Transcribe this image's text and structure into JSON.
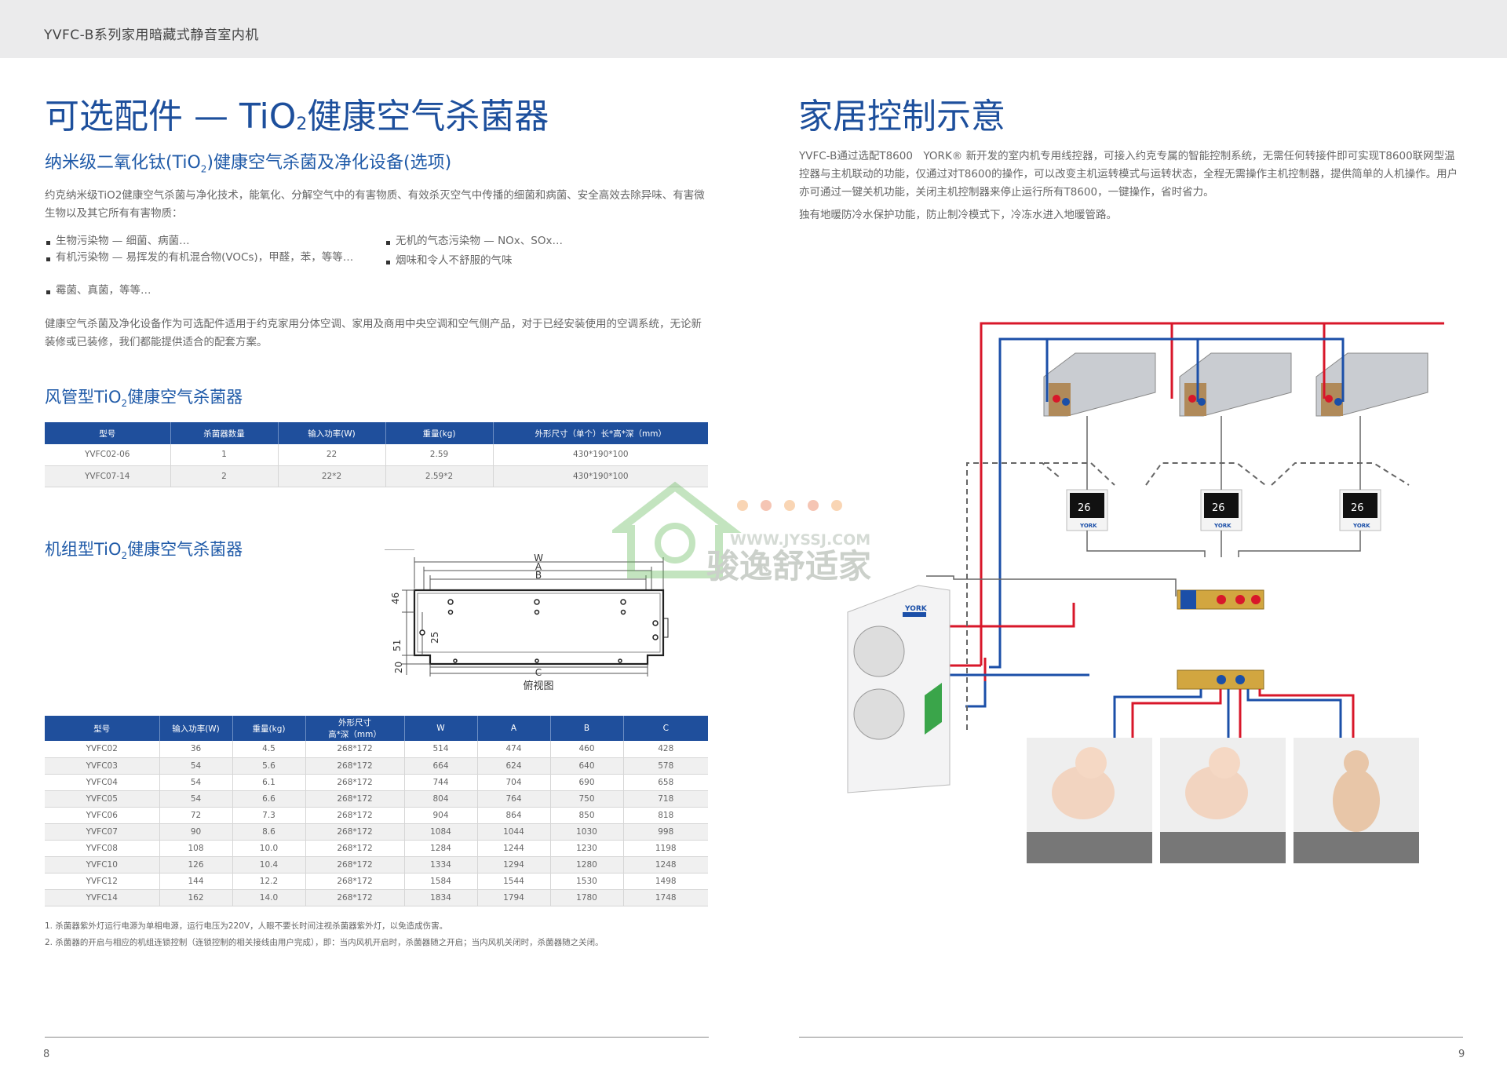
{
  "header": {
    "title": "YVFC-B系列家用暗藏式静音室内机"
  },
  "left": {
    "title_pre": "可选配件 — TiO",
    "title_sub": "2",
    "title_post": "健康空气杀菌器",
    "subtitle_pre": "纳米级二氧化钛(TiO",
    "subtitle_sub": "2",
    "subtitle_post": ")健康空气杀菌及净化设备(选项)",
    "intro": "约克纳米级TiO2健康空气杀菌与净化技术，能氧化、分解空气中的有害物质、有效杀灭空气中传播的细菌和病菌、安全高效去除异味、有害微生物以及其它所有有害物质：",
    "bullets_left": [
      "生物污染物 — 细菌、病菌…",
      "有机污染物 — 易挥发的有机混合物(VOCs)，甲醛，苯，等等…",
      "霉菌、真菌，等等…"
    ],
    "bullets_right": [
      "无机的气态污染物 — NOx、SOx…",
      "烟味和令人不舒服的气味"
    ],
    "body": "健康空气杀菌及净化设备作为可选配件适用于约克家用分体空调、家用及商用中央空调和空气侧产品，对于已经安装使用的空调系统，无论新装修或已装修，我们都能提供适合的配套方案。",
    "duct_title_pre": "风管型TiO",
    "duct_title_sub": "2",
    "duct_title_post": "健康空气杀菌器",
    "table1": {
      "headers": [
        "型号",
        "杀菌器数量",
        "输入功率(W)",
        "重量(kg)",
        "外形尺寸（单个）长*高*深（mm）"
      ],
      "rows": [
        [
          "YVFC02-06",
          "1",
          "22",
          "2.59",
          "430*190*100"
        ],
        [
          "YVFC07-14",
          "2",
          "22*2",
          "2.59*2",
          "430*190*100"
        ]
      ]
    },
    "unit_title_pre": "机组型TiO",
    "unit_title_sub": "2",
    "unit_title_post": "健康空气杀菌器",
    "drawing": {
      "W": "W",
      "A": "A",
      "B": "B",
      "C": "C",
      "d46": "46",
      "d25": "25",
      "d51": "51",
      "d20": "20",
      "caption": "俯视图"
    },
    "table2": {
      "headers": [
        "型号",
        "输入功率(W)",
        "重量(kg)",
        "外形尺寸",
        "W",
        "A",
        "B",
        "C"
      ],
      "header_sub": "高*深（mm）",
      "rows": [
        [
          "YVFC02",
          "36",
          "4.5",
          "268*172",
          "514",
          "474",
          "460",
          "428"
        ],
        [
          "YVFC03",
          "54",
          "5.6",
          "268*172",
          "664",
          "624",
          "640",
          "578"
        ],
        [
          "YVFC04",
          "54",
          "6.1",
          "268*172",
          "744",
          "704",
          "690",
          "658"
        ],
        [
          "YVFC05",
          "54",
          "6.6",
          "268*172",
          "804",
          "764",
          "750",
          "718"
        ],
        [
          "YVFC06",
          "72",
          "7.3",
          "268*172",
          "904",
          "864",
          "850",
          "818"
        ],
        [
          "YVFC07",
          "90",
          "8.6",
          "268*172",
          "1084",
          "1044",
          "1030",
          "998"
        ],
        [
          "YVFC08",
          "108",
          "10.0",
          "268*172",
          "1284",
          "1244",
          "1230",
          "1198"
        ],
        [
          "YVFC10",
          "126",
          "10.4",
          "268*172",
          "1334",
          "1294",
          "1280",
          "1248"
        ],
        [
          "YVFC12",
          "144",
          "12.2",
          "268*172",
          "1584",
          "1544",
          "1530",
          "1498"
        ],
        [
          "YVFC14",
          "162",
          "14.0",
          "268*172",
          "1834",
          "1794",
          "1780",
          "1748"
        ]
      ]
    },
    "notes": [
      "1. 杀菌器紫外灯运行电源为单相电源，运行电压为220V，人眼不要长时间注视杀菌器紫外灯，以免造成伤害。",
      "2. 杀菌器的开启与相应的机组连锁控制（连锁控制的相关接线由用户完成），即：当内风机开启时，杀菌器随之开启；当内风机关闭时，杀菌器随之关闭。"
    ],
    "page_number": "8"
  },
  "right": {
    "title": "家居控制示意",
    "para1": "YVFC-B通过选配T8600　YORK® 新开发的室内机专用线控器，可接入约克专属的智能控制系统，无需任何转接件即可实现T8600联网型温控器与主机联动的功能，仅通过对T8600的操作，可以改变主机运转模式与运转状态，全程无需操作主机控制器，提供简单的人机操作。用户亦可通过一键关机功能，关闭主机控制器来停止运行所有T8600，一键操作，省时省力。",
    "para2": "独有地暖防冷水保护功能，防止制冷模式下，冷冻水进入地暖管路。",
    "thermostat_reading": "26",
    "brand": "YORK",
    "page_number": "9"
  },
  "watermark": {
    "url": "WWW.JYSSJ.COM",
    "name": "骏逸舒适家"
  },
  "colors": {
    "heading_blue": "#1d4f9c",
    "table_header": "#1f4f9c",
    "pipe_red": "#d8172a",
    "pipe_blue": "#1b4fa8"
  }
}
